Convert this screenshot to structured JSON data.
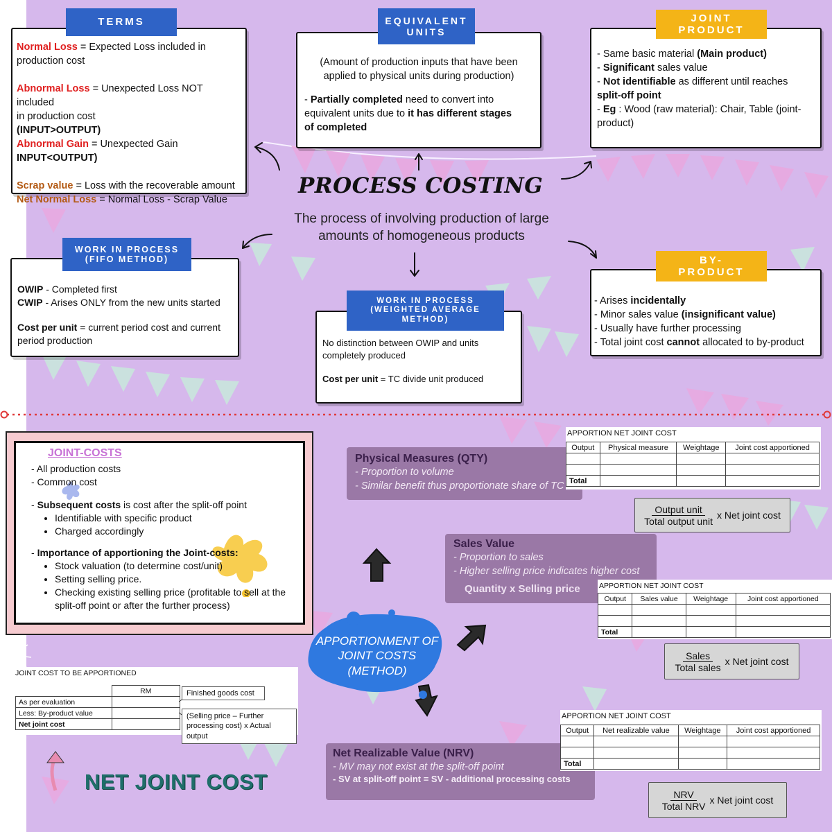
{
  "colors": {
    "background": "#d6b8ec",
    "tag_blue": "#2f63c6",
    "tag_gold": "#f4b417",
    "red": "#e02020",
    "brown": "#b35a14",
    "purple_box": "#9a78a6",
    "net_joint_cost": "#1f6e6a",
    "joint_costs_heading": "#c873d6",
    "blob": "#2f79e0"
  },
  "top": {
    "title": "PROCESS COSTING",
    "subtitle_line1": "The process of involving production of large",
    "subtitle_line2": "amounts of homogeneous products"
  },
  "terms": {
    "tag": "TERMS",
    "normal_loss_term": "Normal Loss",
    "normal_loss_def1": " = Expected Loss included in",
    "normal_loss_def2": "production cost",
    "abnormal_loss_term": "Abnormal Loss",
    "abnormal_loss_def1": " = Unexpected Loss NOT included",
    "abnormal_loss_def2": "in production cost",
    "abnormal_loss_rule": "(INPUT>OUTPUT)",
    "abnormal_gain_term": "Abnormal Gain",
    "abnormal_gain_def": " = Unexpected Gain",
    "abnormal_gain_rule": "INPUT<OUTPUT)",
    "scrap_term": "Scrap value",
    "scrap_def": " = Loss with the recoverable amount",
    "nnl_term": "Net Normal Loss",
    "nnl_def": " = Normal Loss - Scrap Value"
  },
  "equivalent": {
    "tag_line1": "EQUIVALENT",
    "tag_line2": "UNITS",
    "line1": "(Amount of production inputs that have been",
    "line2": "applied to physical units during production)",
    "p2_a": "- ",
    "p2_b": "Partially completed",
    "p2_c": " need to convert into",
    "p2_d": "equivalent units due to ",
    "p2_e": "it has different stages",
    "p2_f": "of completed"
  },
  "joint_product": {
    "tag_line1": "JOINT",
    "tag_line2": "PRODUCT",
    "l1a": "- Same basic material ",
    "l1b": "(Main product)",
    "l2a": "- ",
    "l2b": "Significant",
    "l2c": " sales value",
    "l3a": "- ",
    "l3b": "Not identifiable",
    "l3c": " as different until reaches",
    "l3d": "split-off point",
    "l4a": "- ",
    "l4b": "Eg",
    "l4c": " : Wood (raw material): Chair, Table (joint-",
    "l4d": "product)"
  },
  "fifo": {
    "tag_line1": "WORK IN PROCESS",
    "tag_line2": "(FIFO METHOD)",
    "owip": "OWIP",
    "owip_def": " - Completed first",
    "cwip": "CWIP",
    "cwip_def": " - Arises ONLY from the new units started",
    "cpu": "Cost per unit",
    "cpu_def1": " = current period cost and current",
    "cpu_def2": "period production"
  },
  "wavg": {
    "tag_line1": "WORK IN PROCESS",
    "tag_line2": "(WEIGHTED AVERAGE",
    "tag_line3": "METHOD)",
    "l1": "No distinction between OWIP and units",
    "l2": "completely produced",
    "cpu": "Cost per unit",
    "cpu_def": " = TC divide unit produced"
  },
  "byproduct": {
    "tag_line1": "BY-",
    "tag_line2": "PRODUCT",
    "l1a": "- Arises ",
    "l1b": "incidentally",
    "l2a": "- Minor sales value ",
    "l2b": "(insignificant value)",
    "l3": "- Usually have further processing",
    "l4a": "- Total joint cost ",
    "l4b": "cannot",
    "l4c": " allocated to by-product"
  },
  "joint_costs": {
    "heading": "JOINT-COSTS",
    "l1": "- All production costs",
    "l2": "- Common cost",
    "sub_a": "- ",
    "sub_b": "Subsequent costs",
    "sub_c": " is cost after the split-off point",
    "sub_items": [
      "Identifiable with specific product",
      "Charged accordingly"
    ],
    "imp_a": "- ",
    "imp_b": "Importance of apportioning the Joint-costs:",
    "imp_items": [
      "Stock valuation (to determine cost/unit)",
      "Setting selling price.",
      "Checking existing selling price (profitable to sell at the split-off point or after the further process)"
    ]
  },
  "apportionment_blob": {
    "line1": "APPORTIONMENT OF",
    "line2": "JOINT COSTS",
    "line3": "(METHOD)"
  },
  "physical": {
    "heading": "Physical Measures (QTY)",
    "l1": "- Proportion to volume",
    "l2": "- Similar benefit thus proportionate share of TC",
    "table_title": "APPORTION NET JOINT COST",
    "headers": [
      "Output",
      "Physical measure",
      "Weightage",
      "Joint cost apportioned"
    ],
    "total": "Total",
    "formula_num": "Output unit",
    "formula_den": "Total output unit",
    "formula_tail": "x Net joint cost"
  },
  "sales": {
    "heading": "Sales Value",
    "l1": "- Proportion to sales",
    "l2": "- Higher selling price indicates higher cost",
    "l3": "Quantity x Selling price",
    "table_title": "APPORTION NET JOINT COST",
    "headers": [
      "Output",
      "Sales value",
      "Weightage",
      "Joint cost apportioned"
    ],
    "total": "Total",
    "formula_num": "Sales",
    "formula_den": "Total sales",
    "formula_tail": "x Net joint cost"
  },
  "nrv": {
    "heading": "Net Realizable Value (NRV)",
    "l1": "- MV may not exist at the split-off point",
    "l2": "- SV at split-off point = SV - additional processing costs",
    "table_title": "APPORTION NET JOINT COST",
    "headers": [
      "Output",
      "Net realizable value",
      "Weightage",
      "Joint cost apportioned"
    ],
    "total": "Total",
    "formula_num": "NRV",
    "formula_den": "Total NRV",
    "formula_tail": "x Net joint cost"
  },
  "net_joint": {
    "table_title": "JOINT COST TO BE APPORTIONED",
    "col": "RM",
    "rows": [
      "As per evaluation",
      "Less: By-product value",
      "Net joint cost"
    ],
    "note1": "Finished goods cost",
    "note2": "(Selling price – Further processing cost) x Actual output",
    "big_label": "NET JOINT COST"
  }
}
